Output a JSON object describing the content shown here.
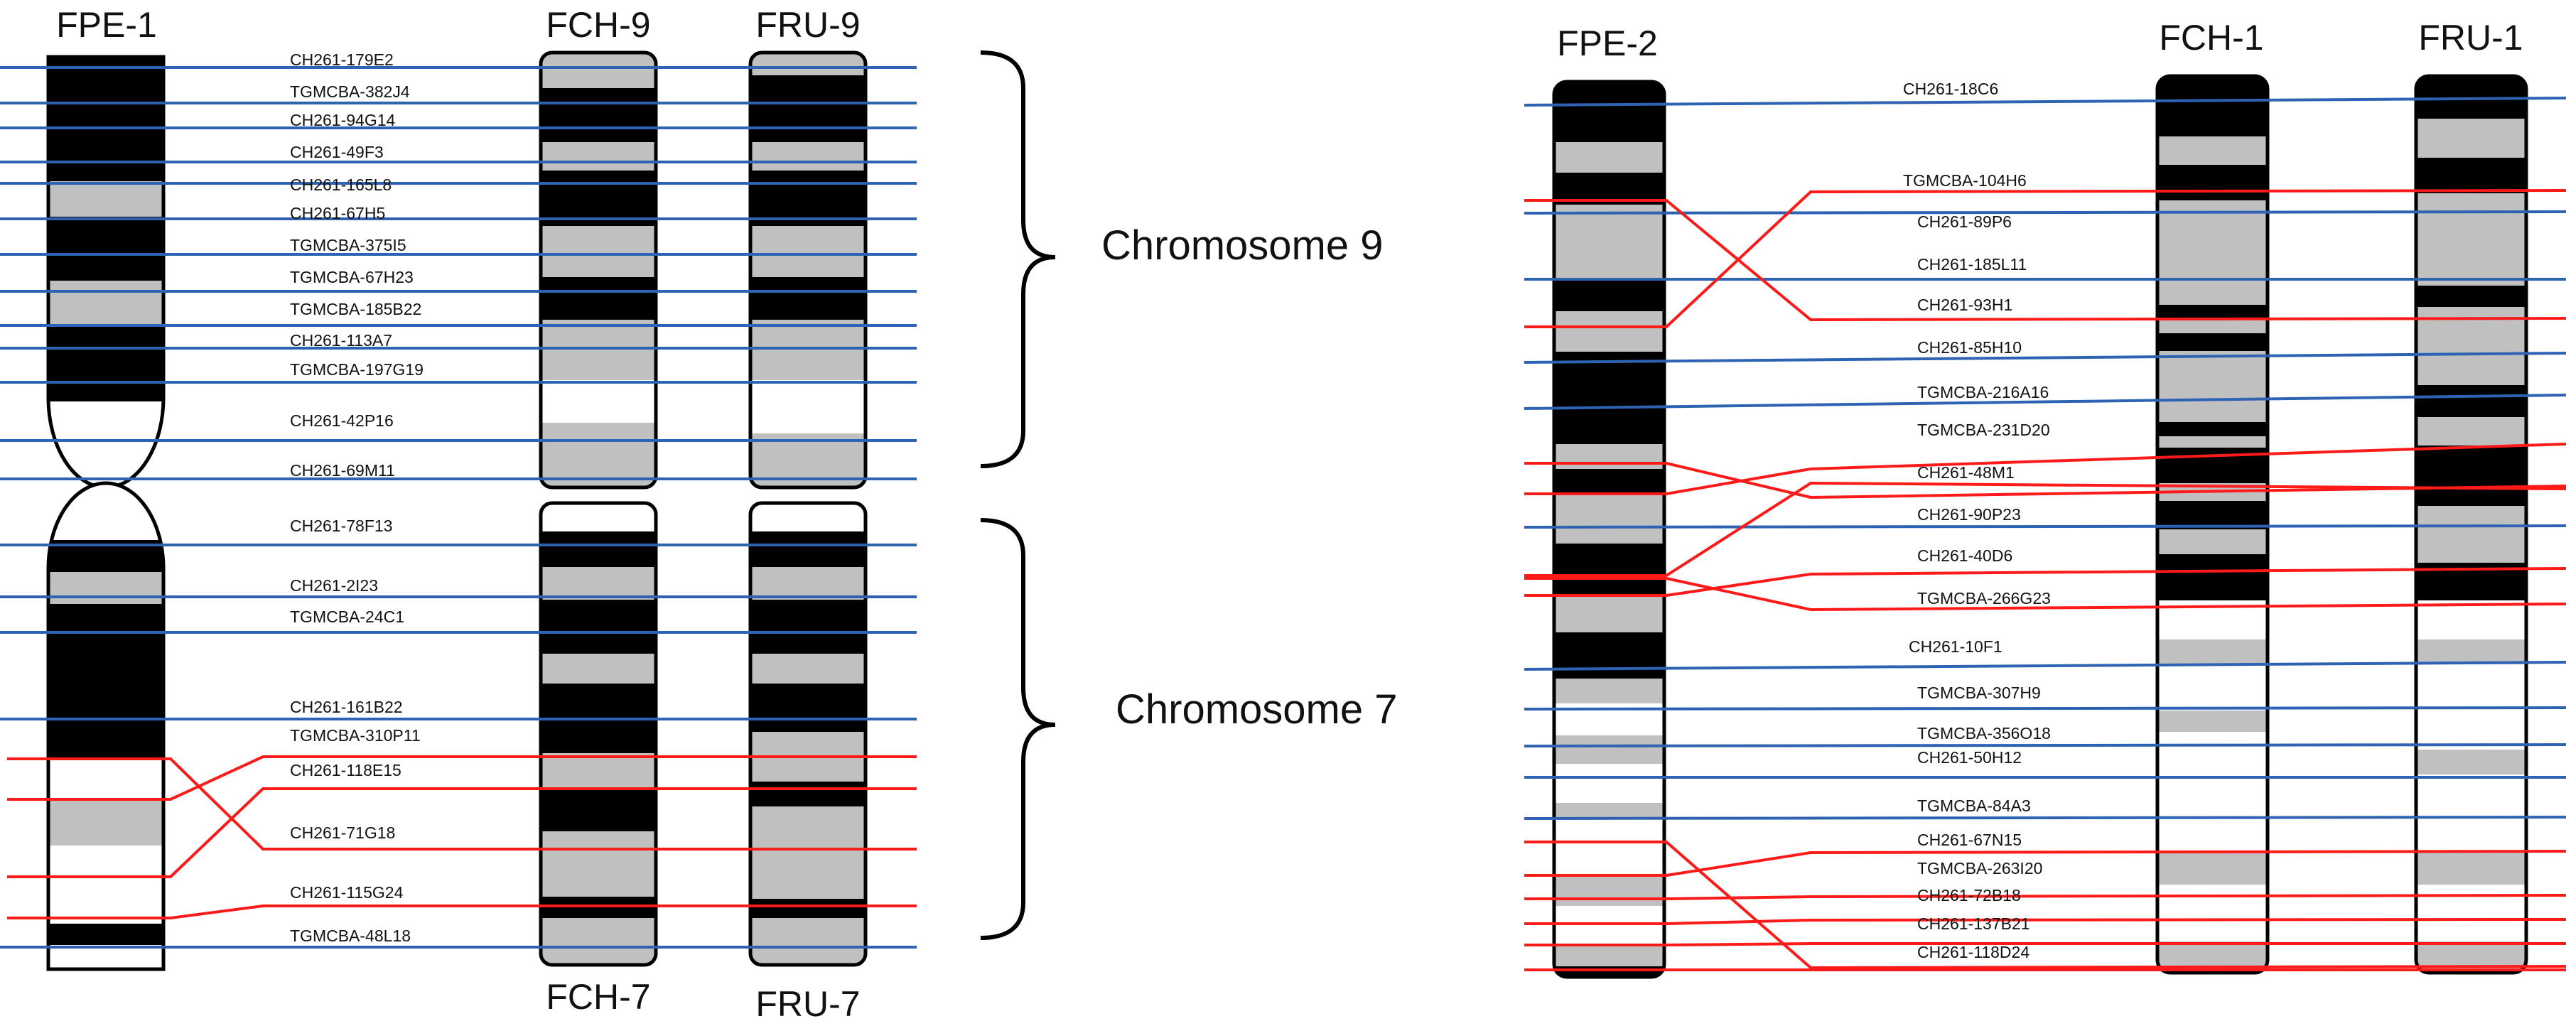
{
  "colors": {
    "blue_line": "#2e63b4",
    "red_line": "#ff1a1a",
    "band_black": "#000000",
    "band_gray": "#c0c0c0",
    "band_white": "#ffffff",
    "outline": "#000000"
  },
  "left_panel": {
    "top_titles": [
      "FPE-1",
      "FCH-9",
      "FRU-9"
    ],
    "bottom_titles": [
      "FCH-7",
      "FRU-7"
    ],
    "chromosome9_label": "Chromosome 9",
    "chromosome7_label": "Chromosome 7",
    "chromosome9_probes": [
      "CH261-179E2",
      "TGMCBA-382J4",
      "CH261-94G14",
      "CH261-49F3",
      "CH261-165L8",
      "CH261-67H5",
      "TGMCBA-375I5",
      "TGMCBA-67H23",
      "TGMCBA-185B22",
      "CH261-113A7",
      "TGMCBA-197G19",
      "CH261-42P16",
      "CH261-69M11"
    ],
    "chromosome7_probes": [
      "CH261-78F13",
      "CH261-2I23",
      "TGMCBA-24C1",
      "CH261-161B22",
      "TGMCBA-310P11",
      "CH261-118E15",
      "CH261-71G18",
      "CH261-115G24",
      "TGMCBA-48L18"
    ]
  },
  "right_panel": {
    "titles": [
      "FPE-2",
      "FCH-1",
      "FRU-1"
    ],
    "probes": [
      "CH261-18C6",
      "TGMCBA-104H6",
      "CH261-89P6",
      "CH261-185L11",
      "CH261-93H1",
      "CH261-85H10",
      "TGMCBA-216A16",
      "TGMCBA-231D20",
      "CH261-48M1",
      "CH261-90P23",
      "CH261-40D6",
      "TGMCBA-266G23",
      "CH261-10F1",
      "TGMCBA-307H9",
      "TGMCBA-356O18",
      "CH261-50H12",
      "TGMCBA-84A3",
      "CH261-67N15",
      "TGMCBA-263I20",
      "CH261-72B18",
      "CH261-137B21",
      "CH261-118D24"
    ]
  }
}
